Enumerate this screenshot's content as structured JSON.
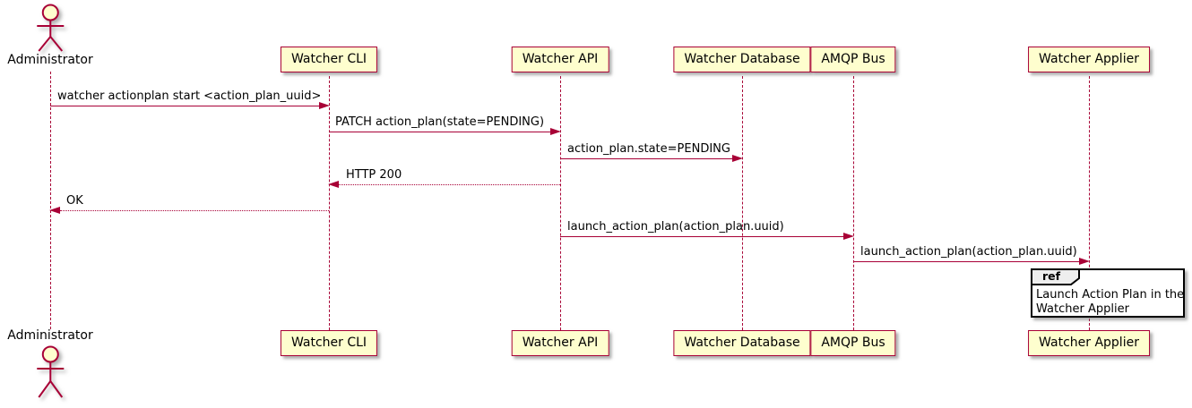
{
  "diagram": {
    "type": "uml-sequence-diagram",
    "actor": {
      "name": "Administrator"
    },
    "participants": [
      {
        "label": "Watcher CLI"
      },
      {
        "label": "Watcher API"
      },
      {
        "label": "Watcher Database"
      },
      {
        "label": "AMQP Bus"
      },
      {
        "label": "Watcher Applier"
      }
    ],
    "messages": [
      {
        "from": "Administrator",
        "to": "Watcher CLI",
        "label": "watcher actionplan start <action_plan_uuid>",
        "style": "solid"
      },
      {
        "from": "Watcher CLI",
        "to": "Watcher API",
        "label": "PATCH action_plan(state=PENDING)",
        "style": "solid"
      },
      {
        "from": "Watcher API",
        "to": "Watcher Database",
        "label": "action_plan.state=PENDING",
        "style": "solid"
      },
      {
        "from": "Watcher API",
        "to": "Watcher CLI",
        "label": "HTTP 200",
        "style": "dotted-return"
      },
      {
        "from": "Watcher CLI",
        "to": "Administrator",
        "label": "OK",
        "style": "dotted-return"
      },
      {
        "from": "Watcher API",
        "to": "AMQP Bus",
        "label": "launch_action_plan(action_plan.uuid)",
        "style": "solid"
      },
      {
        "from": "AMQP Bus",
        "to": "Watcher Applier",
        "label": "launch_action_plan(action_plan.uuid)",
        "style": "solid"
      }
    ],
    "ref": {
      "keyword": "ref",
      "line1": "Launch Action Plan in the",
      "line2": "Watcher Applier",
      "over": "Watcher Applier"
    },
    "colors": {
      "participant_fill": "#FEFECE",
      "border": "#A80036",
      "arrow": "#A80036",
      "ref_tab_fill": "#EEEEEE",
      "ref_border": "#000000",
      "background": "#FFFFFF"
    }
  }
}
